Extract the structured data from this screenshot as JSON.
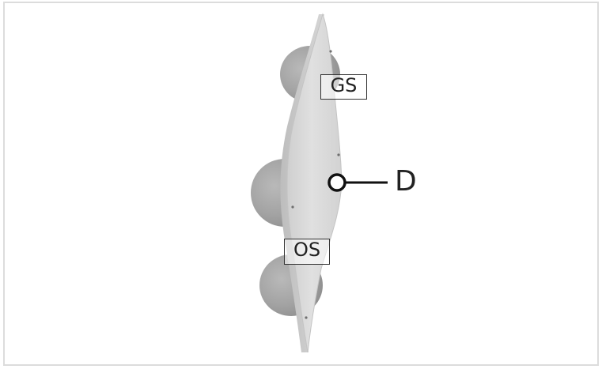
{
  "diagram": {
    "labels": {
      "gs": "GS",
      "os": "OS"
    },
    "callout": {
      "text": "D"
    }
  }
}
